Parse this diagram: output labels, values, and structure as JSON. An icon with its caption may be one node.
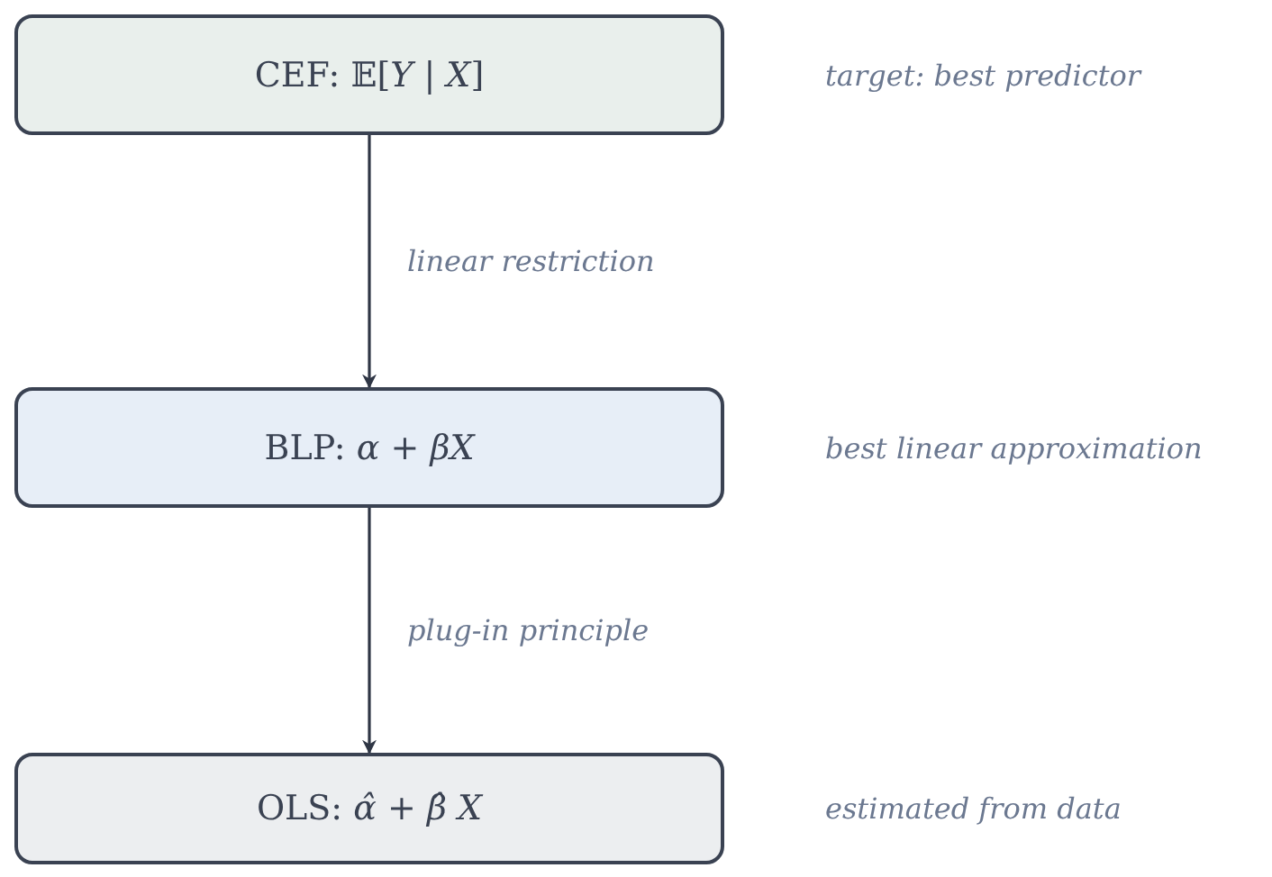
{
  "diagram": {
    "nodes": [
      {
        "text": [
          "CEF: 𝔼[*Y* | *X*]"
        ],
        "beside": [
          "target: best predictor"
        ]
      },
      {
        "text": [
          "BLP: *α* + *βX*"
        ],
        "beside": [
          "best linear approximation"
        ]
      },
      {
        "text": [
          "OLS: *α̂* + *β̂* *X*"
        ],
        "beside": [
          "estimated from data"
        ]
      }
    ],
    "edges": [
      {
        "from": 0,
        "to": 1,
        "arrow": "to",
        "label": "linear restriction"
      },
      {
        "from": 1,
        "to": 2,
        "arrow": "to",
        "label": "plug-in principle"
      }
    ]
  }
}
